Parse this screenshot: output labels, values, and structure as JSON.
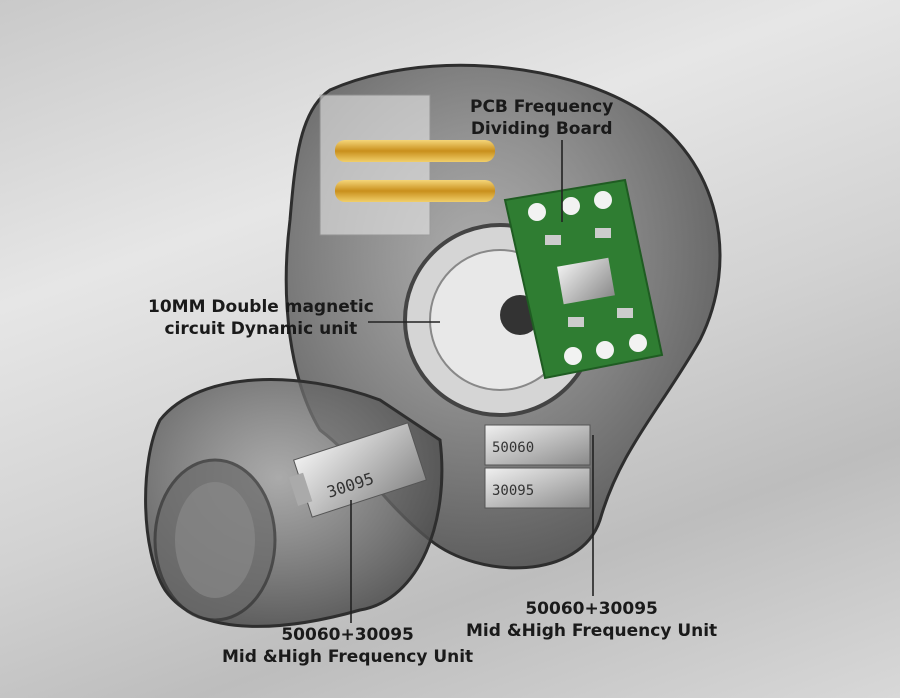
{
  "callouts": {
    "pcb": {
      "line1": "PCB Frequency",
      "line2": "Dividing Board"
    },
    "dynamic": {
      "line1": "10MM Double magnetic",
      "line2": "circuit Dynamic unit"
    },
    "nozzle_unit": {
      "line1": "50060+30095",
      "line2": "Mid &High Frequency Unit"
    },
    "body_unit": {
      "line1": "50060+30095",
      "line2": "Mid &High Frequency Unit"
    }
  },
  "component_markings": {
    "nozzle_driver": "30095",
    "body_driver_top": "50060",
    "body_driver_bottom": "30095"
  },
  "colors": {
    "pcb": "#2f7d32",
    "pins": "#d8a531",
    "shell": "#5a5a5a"
  }
}
